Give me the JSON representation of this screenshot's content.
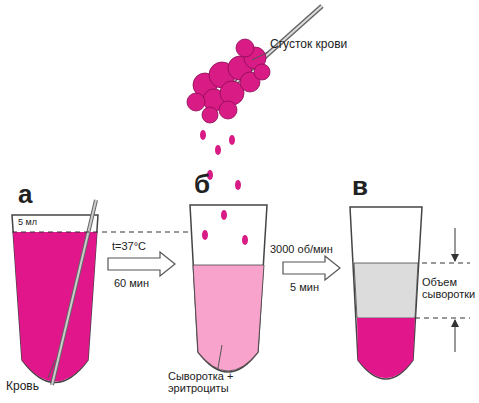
{
  "diagram": {
    "labels": [
      "а",
      "б",
      "в",
      "5 мл",
      "t=37°C",
      "60 мин",
      "3000 об/мин",
      "5 мин",
      "Сгусток крови",
      "Объем сыворотки",
      "Кровь",
      "Сыворотка + эритроциты"
    ]
  }
}
